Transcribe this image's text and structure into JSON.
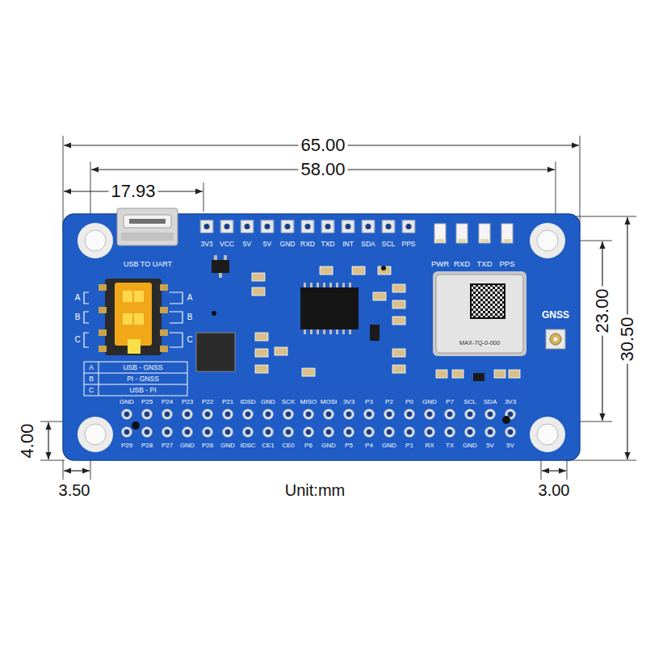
{
  "diagram": {
    "nodes": [
      {
        "text": [
          "MAX-7Q-0-000"
        ]
      }
    ],
    "labels": [
      "65.00",
      "58.00",
      "17.93",
      "23.00",
      "30.50",
      "4.00",
      "3.50",
      "Unit:mm",
      "3.00",
      "3V3",
      "VCC",
      "5V",
      "5V",
      "GND",
      "RXD",
      "TXD",
      "INT",
      "SDA",
      "SCL",
      "PPS",
      "USB TO UART",
      "PWR",
      "RXD",
      "TXD",
      "PPS",
      "GNSS",
      "A",
      "B",
      "C",
      "A",
      "B",
      "C",
      "A",
      "USB - GNSS",
      "B",
      "PI - GNSS",
      "C",
      "USB - PI",
      "GND",
      "P25",
      "P24",
      "P23",
      "P22",
      "P21",
      "IDSD",
      "GND",
      "SCK",
      "MISO",
      "MOSI",
      "3V3",
      "P3",
      "P2",
      "P0",
      "GND",
      "P7",
      "SCL",
      "SDA",
      "3V3",
      "P29",
      "P28",
      "P27",
      "GND",
      "P26",
      "GND",
      "IDSC",
      "CE1",
      "CE0",
      "P6",
      "GND",
      "P5",
      "P4",
      "GND",
      "P1",
      "RX",
      "TX",
      "GND",
      "5V",
      "5V"
    ]
  }
}
